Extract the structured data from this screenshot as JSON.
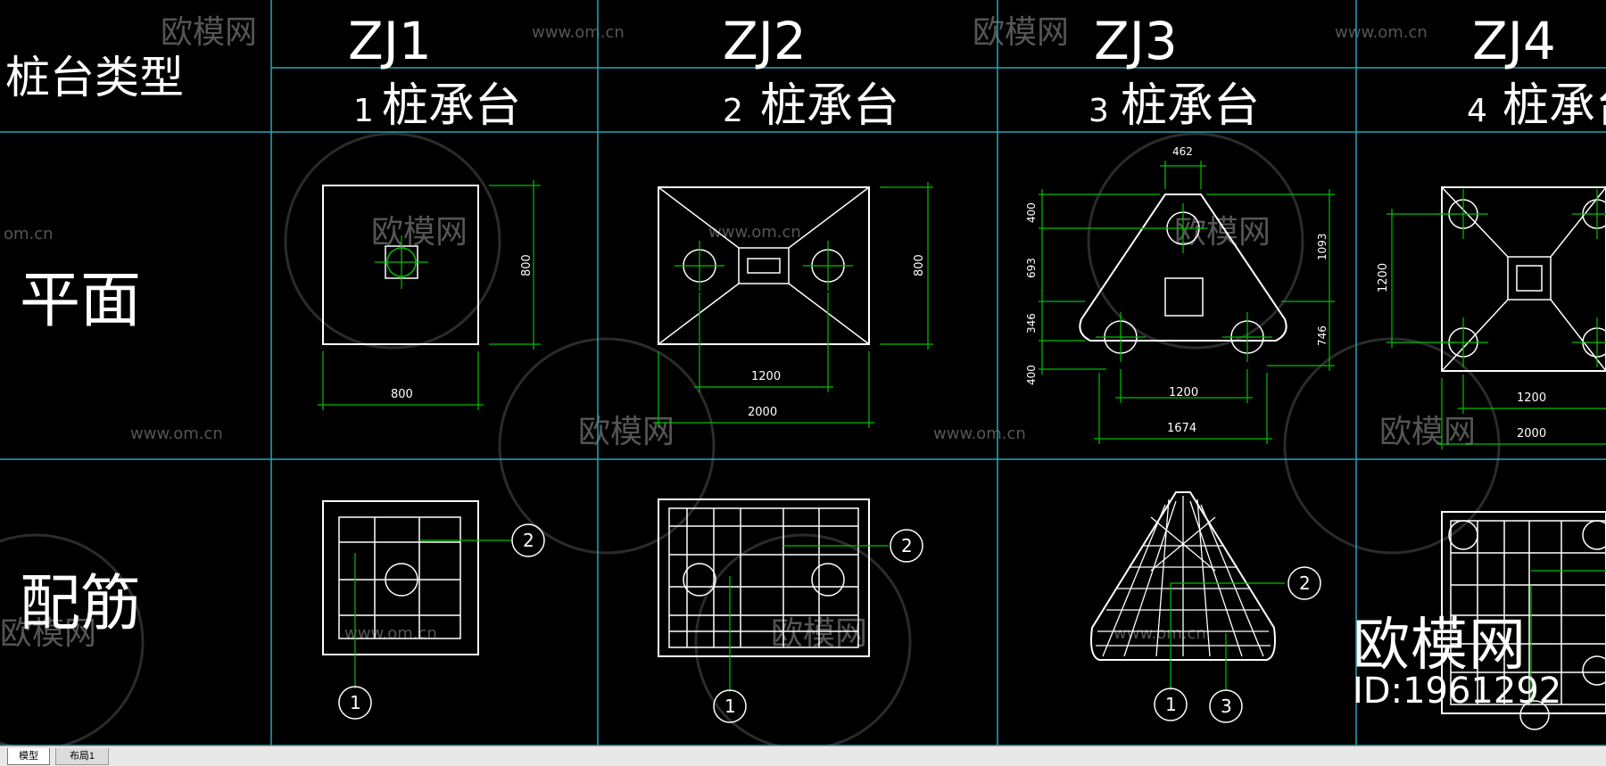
{
  "app": {
    "tabs": [
      {
        "label": "模型"
      },
      {
        "label": "布局1"
      }
    ]
  },
  "row_labels": {
    "type": "桩台类型",
    "plan": "平面",
    "rebar": "配筋"
  },
  "columns": [
    {
      "code": "ZJ1",
      "title_num": "1",
      "title_text": "桩承台"
    },
    {
      "code": "ZJ2",
      "title_num": "2",
      "title_text": "桩承台"
    },
    {
      "code": "ZJ3",
      "title_num": "3",
      "title_text": "桩承台"
    },
    {
      "code": "ZJ4",
      "title_num": "4",
      "title_text": "桩承台"
    }
  ],
  "dims": {
    "zj1": {
      "width": "800",
      "height": "800"
    },
    "zj2": {
      "inner": "1200",
      "width": "2000",
      "height": "800"
    },
    "zj3": {
      "top": "462",
      "left_a": "400",
      "left_b": "693",
      "left_c": "346",
      "left_d": "400",
      "right_a": "1093",
      "right_b": "746",
      "inner": "1200",
      "width": "1674"
    },
    "zj4": {
      "height": "1200",
      "inner": "1200",
      "width": "2000"
    }
  },
  "rebar_marks": {
    "m1": "1",
    "m2": "2",
    "m3": "3"
  },
  "watermarks": {
    "brand": "欧模网",
    "url": "www.om.cn",
    "url_short": "om.cn"
  },
  "overlay": {
    "brand": "欧模网",
    "id": "ID:1961292"
  },
  "colors": {
    "grid": "#2aa3b8",
    "outline": "#ffffff",
    "pile": "#00c000",
    "watermark": "#5a5a5a"
  }
}
